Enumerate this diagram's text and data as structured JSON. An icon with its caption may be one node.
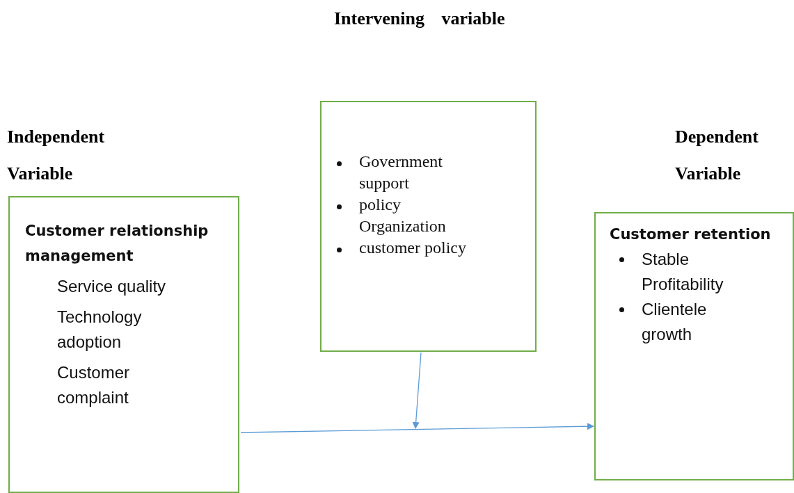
{
  "diagram": {
    "nodes": [
      {
        "text": [
          "Independent Variable",
          "Customer relationship management",
          "Service quality",
          "Technology adoption",
          "Customer complaint"
        ]
      },
      {
        "text": [
          "Intervening variable",
          "Government support",
          "policy Organization",
          "customer policy"
        ]
      },
      {
        "text": [
          "Dependent Variable",
          "Customer retention",
          "Stable Profitability",
          "Clientele growth"
        ]
      }
    ],
    "edges": [
      {
        "from": 0,
        "to": 2,
        "arrow": "to"
      },
      {
        "from": 1,
        "to": null,
        "arrow": "to"
      }
    ]
  }
}
